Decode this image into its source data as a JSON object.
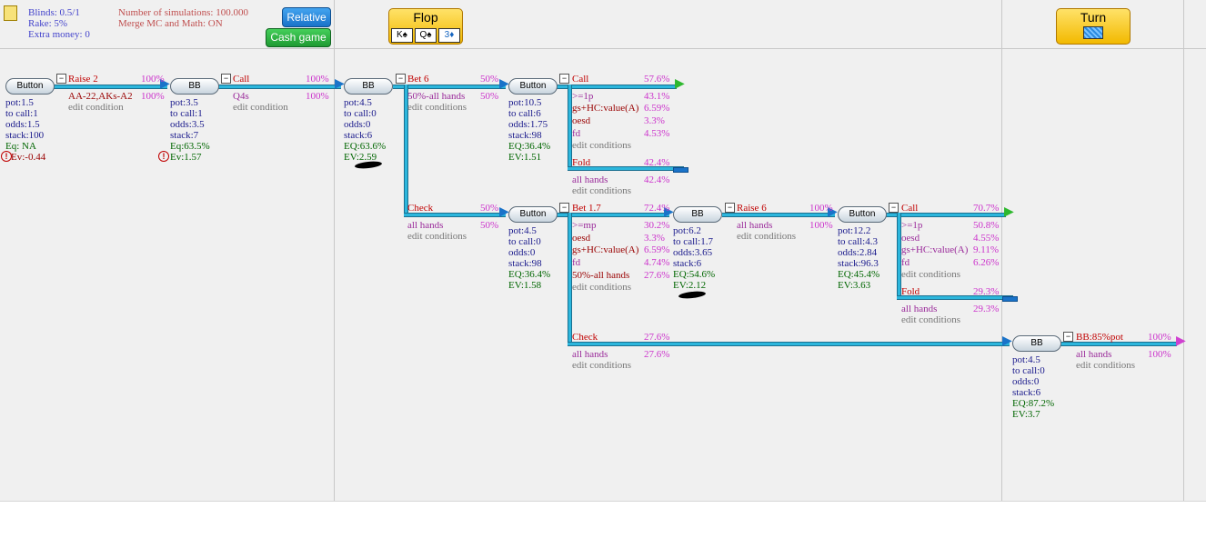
{
  "header": {
    "blinds": "Blinds: 0.5/1",
    "rake": "Rake: 5%",
    "extra_money": "Extra money: 0",
    "simulations": "Number of simulations: 100.000",
    "merge": "Merge MC and Math: ON",
    "relative_btn": "Relative",
    "cash_btn": "Cash game",
    "flop_label": "Flop",
    "flop_cards": [
      "K♠",
      "Q♠",
      "3♦"
    ],
    "turn_label": "Turn"
  },
  "nodes": {
    "n1": {
      "label": "Button",
      "pot": "pot:1.5",
      "tocall": "to call:1",
      "odds": "odds:1.5",
      "stack": "stack:100",
      "eq": "Eq: NA",
      "ev": "Ev:-0.44"
    },
    "n2": {
      "label": "BB",
      "pot": "pot:3.5",
      "tocall": "to call:1",
      "odds": "odds:3.5",
      "stack": "stack:7",
      "eq": "Eq:63.5%",
      "ev": "Ev:1.57"
    },
    "n3": {
      "label": "BB",
      "pot": "pot:4.5",
      "tocall": "to call:0",
      "odds": "odds:0",
      "stack": "stack:6",
      "eq": "EQ:63.6%",
      "ev": "EV:2.59"
    },
    "n4": {
      "label": "Button",
      "pot": "pot:10.5",
      "tocall": "to call:6",
      "odds": "odds:1.75",
      "stack": "stack:98",
      "eq": "EQ:36.4%",
      "ev": "EV:1.51"
    },
    "n5": {
      "label": "Button",
      "pot": "pot:4.5",
      "tocall": "to call:0",
      "odds": "odds:0",
      "stack": "stack:98",
      "eq": "EQ:36.4%",
      "ev": "EV:1.58"
    },
    "n6": {
      "label": "BB",
      "pot": "pot:6.2",
      "tocall": "to call:1.7",
      "odds": "odds:3.65",
      "stack": "stack:6",
      "eq": "EQ:54.6%",
      "ev": "EV:2.12"
    },
    "n7": {
      "label": "Button",
      "pot": "pot:12.2",
      "tocall": "to call:4.3",
      "odds": "odds:2.84",
      "stack": "stack:96.3",
      "eq": "EQ:45.4%",
      "ev": "EV:3.63"
    },
    "n8": {
      "label": "BB",
      "pot": "pot:4.5",
      "tocall": "to call:0",
      "odds": "odds:0",
      "stack": "stack:6",
      "eq": "EQ:87.2%",
      "ev": "EV:3.7"
    }
  },
  "actions": {
    "raise2": {
      "label": "Raise 2",
      "pct": "100%",
      "range": "AA-22,AKs-A2",
      "range_pct": "100%",
      "edit": "edit condition"
    },
    "call1": {
      "label": "Call",
      "pct": "100%",
      "range": "Q4s",
      "range_pct": "100%",
      "edit": "edit condition"
    },
    "bet6": {
      "label": "Bet 6",
      "pct": "50%",
      "range": "50%-all hands",
      "range_pct": "50%",
      "edit": "edit conditions"
    },
    "call2": {
      "label": "Call",
      "pct": "57.6%",
      "conds": [
        {
          "k": ">=1p",
          "v": "43.1%"
        },
        {
          "k": "gs+HC:value(A)",
          "v": "6.59%"
        },
        {
          "k": "oesd",
          "v": "3.3%"
        },
        {
          "k": "fd",
          "v": "4.53%"
        }
      ],
      "edit": "edit conditions"
    },
    "fold1": {
      "label": "Fold",
      "pct": "42.4%",
      "range": "all hands",
      "range_pct": "42.4%",
      "edit": "edit conditions"
    },
    "check1": {
      "label": "Check",
      "pct": "50%",
      "range": "all hands",
      "range_pct": "50%",
      "edit": "edit conditions"
    },
    "bet17": {
      "label": "Bet 1.7",
      "pct": "72.4%",
      "conds": [
        {
          "k": ">=mp",
          "v": "30.2%"
        },
        {
          "k": "oesd",
          "v": "3.3%"
        },
        {
          "k": "gs+HC:value(A)",
          "v": "6.59%"
        },
        {
          "k": "fd",
          "v": "4.74%"
        },
        {
          "k": "50%-all hands",
          "v": "27.6%"
        }
      ],
      "edit": "edit conditions"
    },
    "raise6": {
      "label": "Raise 6",
      "pct": "100%",
      "range": "all hands",
      "range_pct": "100%",
      "edit": "edit conditions"
    },
    "call3": {
      "label": "Call",
      "pct": "70.7%",
      "conds": [
        {
          "k": ">=1p",
          "v": "50.8%"
        },
        {
          "k": "oesd",
          "v": "4.55%"
        },
        {
          "k": "gs+HC:value(A)",
          "v": "9.11%"
        },
        {
          "k": "fd",
          "v": "6.26%"
        }
      ],
      "edit": "edit conditions"
    },
    "fold2": {
      "label": "Fold",
      "pct": "29.3%",
      "range": "all hands",
      "range_pct": "29.3%",
      "edit": "edit conditions"
    },
    "check2": {
      "label": "Check",
      "pct": "27.6%",
      "range": "all hands",
      "range_pct": "27.6%",
      "edit": "edit conditions"
    },
    "bb85": {
      "label": "BB:85%pot",
      "pct": "100%",
      "range": "all hands",
      "range_pct": "100%",
      "edit": "edit conditions"
    }
  }
}
